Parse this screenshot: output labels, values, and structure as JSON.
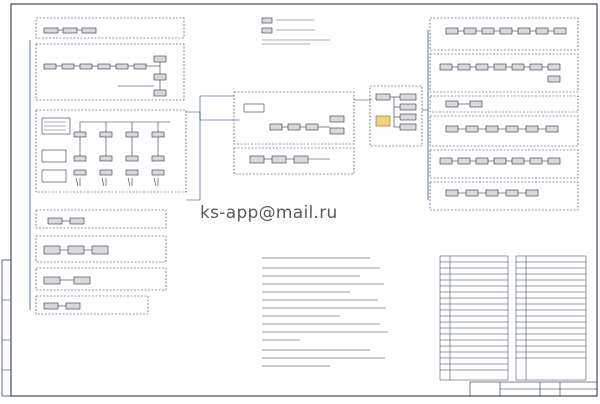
{
  "drawing": {
    "watermark_text": "ks-app@mail.ru"
  },
  "colors": {
    "line": "#1f2a44",
    "dash": "#2d3550",
    "block_fill": "#d9d9d9",
    "blue_link": "#1a3f8a",
    "highlight": "#f3d07a",
    "paper": "#ffffff"
  },
  "icons": {
    "stamp": "title-block",
    "side_stamp": "side-margin-stamp"
  }
}
